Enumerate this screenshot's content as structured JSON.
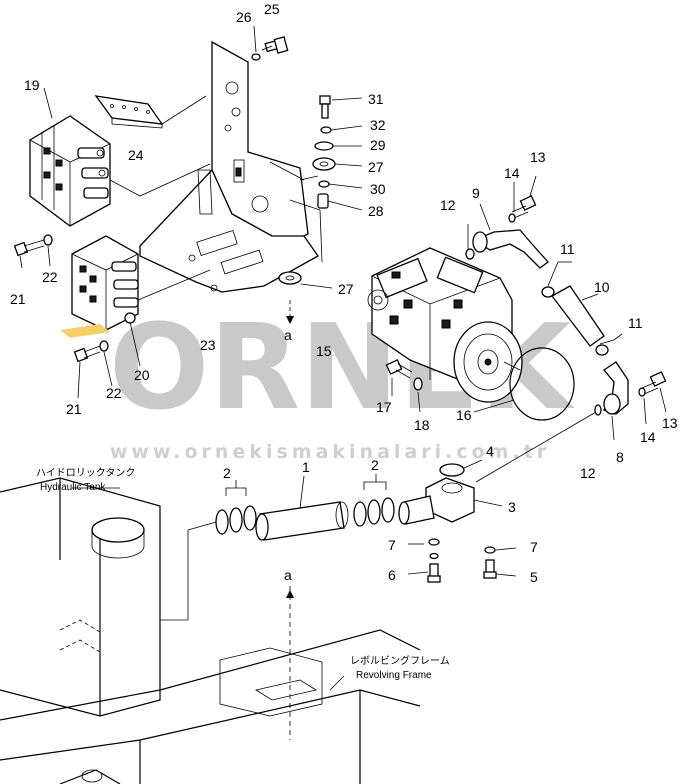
{
  "watermark": {
    "text": "ORNEK",
    "url": "www.ornekismakinalari.com.tr"
  },
  "captions": {
    "tank_jp": "ハイドロリックタンク",
    "tank_en": "Hydraulic Tank",
    "frame_jp": "レボルビングフレーム",
    "frame_en": "Revolving Frame"
  },
  "callouts": {
    "c1": "1",
    "c2a": "2",
    "c2b": "2",
    "c3": "3",
    "c4": "4",
    "c5": "5",
    "c6": "6",
    "c7a": "7",
    "c7b": "7",
    "c8": "8",
    "c9": "9",
    "c10": "10",
    "c11a": "11",
    "c11b": "11",
    "c12a": "12",
    "c12b": "12",
    "c13a": "13",
    "c13b": "13",
    "c14a": "14",
    "c14b": "14",
    "c15": "15",
    "c16": "16",
    "c17": "17",
    "c18": "18",
    "c19": "19",
    "c20": "20",
    "c21a": "21",
    "c21b": "21",
    "c22a": "22",
    "c22b": "22",
    "c23": "23",
    "c24": "24",
    "c25": "25",
    "c26": "26",
    "c27a": "27",
    "c27b": "27",
    "c28": "28",
    "c29": "29",
    "c30": "30",
    "c31": "31",
    "c32": "32",
    "a_top": "a",
    "a_bottom": "a"
  }
}
